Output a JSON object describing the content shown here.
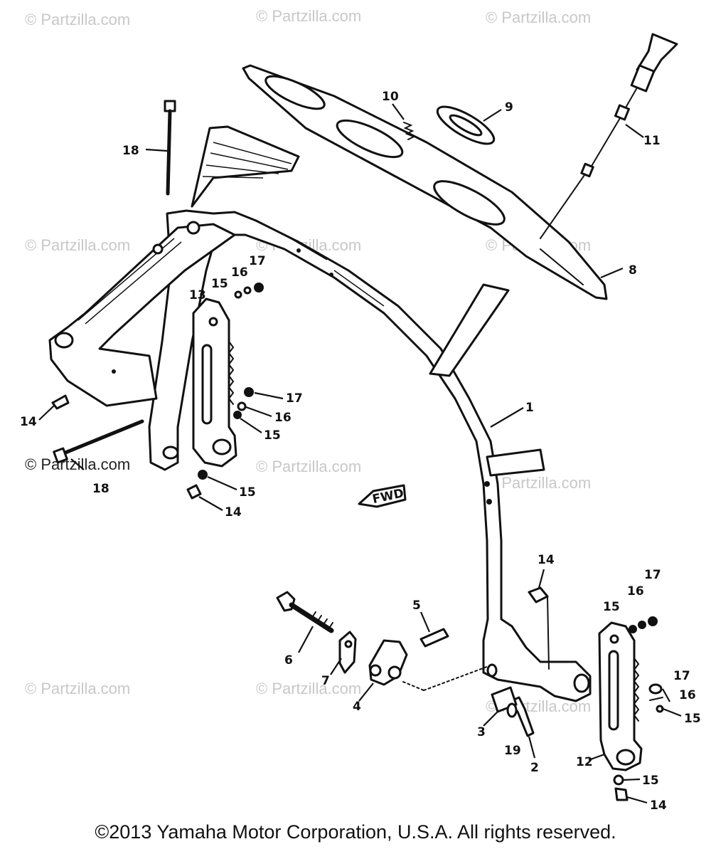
{
  "watermark": "© Partzilla.com",
  "copyright": "©2013 Yamaha Motor Corporation, U.S.A. All rights reserved.",
  "fwd_marker": "FWD",
  "callouts": {
    "c1": "1",
    "c2": "2",
    "c3": "3",
    "c4": "4",
    "c5": "5",
    "c6": "6",
    "c7": "7",
    "c8": "8",
    "c9": "9",
    "c10": "10",
    "c11": "11",
    "c12": "12",
    "c13": "13",
    "c14a": "14",
    "c14b": "14",
    "c14c": "14",
    "c14d": "14",
    "c15a": "15",
    "c15b": "15",
    "c15c": "15",
    "c15d": "15",
    "c15e": "15",
    "c15f": "15",
    "c16a": "16",
    "c16b": "16",
    "c16c": "16",
    "c16d": "16",
    "c17a": "17",
    "c17b": "17",
    "c17c": "17",
    "c17d": "17",
    "c18a": "18",
    "c18b": "18",
    "c19": "19"
  }
}
